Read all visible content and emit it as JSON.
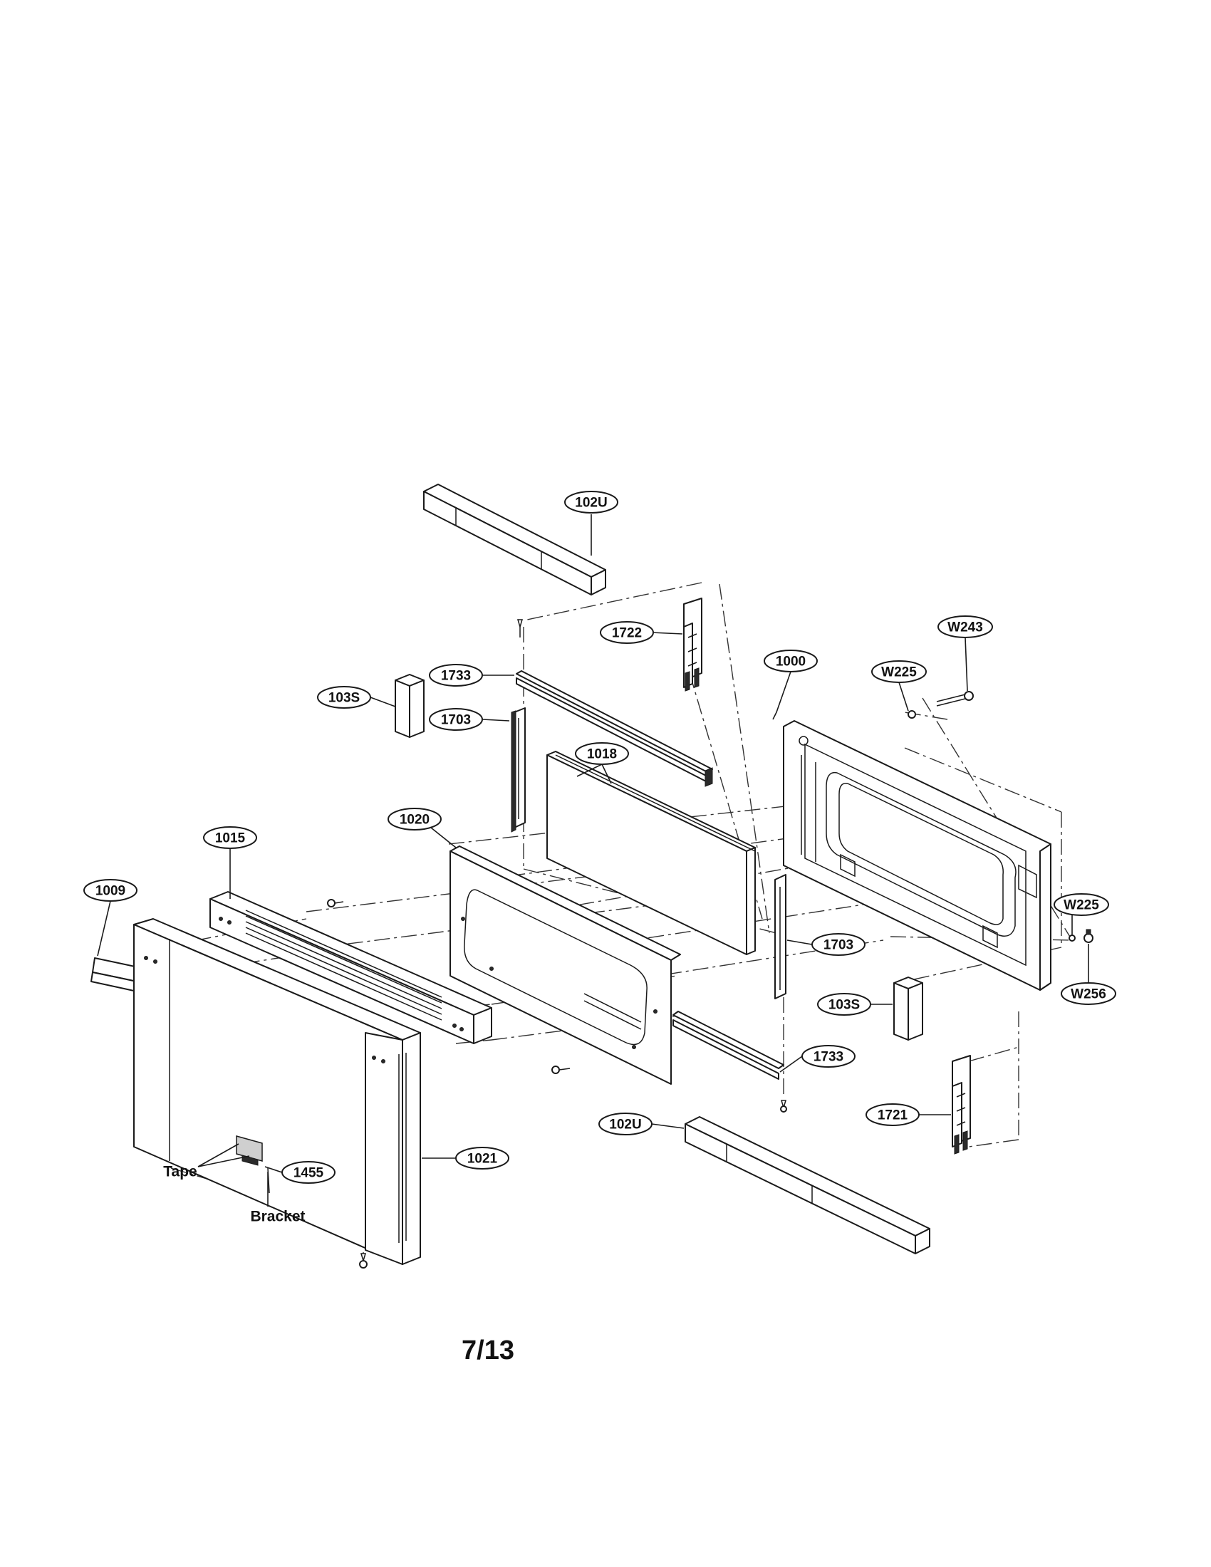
{
  "callouts": {
    "c_102u_top": "102U",
    "c_1722": "1722",
    "c_w243": "W243",
    "c_1000": "1000",
    "c_w225_top": "W225",
    "c_103s_left": "103S",
    "c_1733_top": "1733",
    "c_1703_left": "1703",
    "c_1018": "1018",
    "c_1015": "1015",
    "c_1020": "1020",
    "c_1009": "1009",
    "c_w225_right": "W225",
    "c_1703_right": "1703",
    "c_w256": "W256",
    "c_103s_right": "103S",
    "c_1733_bottom": "1733",
    "c_1721": "1721",
    "c_102u_bottom": "102U",
    "c_1021": "1021",
    "c_1455": "1455"
  },
  "labels": {
    "tape": "Tape",
    "bracket": "Bracket"
  },
  "page_number": "7/13"
}
